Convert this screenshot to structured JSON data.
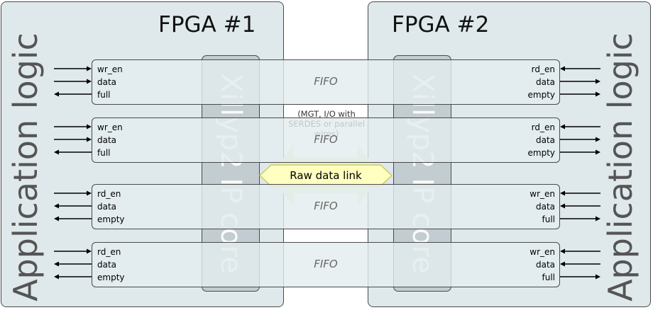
{
  "fpga1": {
    "title": "FPGA #1",
    "app_logic": "Application logic",
    "ip_core": "Xillyp2 IP core"
  },
  "fpga2": {
    "title": "FPGA #2",
    "app_logic": "Application logic",
    "ip_core": "Xillyp2 IP core"
  },
  "mgt_note": "(MGT, I/O with SERDES or parallel wires)",
  "raw_link": "Raw data link",
  "colors": {
    "fpga_fill": "#dfe9ec",
    "fifo_fill": "#e4ecef",
    "ipcore_fill": "#c3ccd0",
    "raw_link_fill": "#ffffc0",
    "raw_link_stroke": "#cccc60",
    "faded_arrow_fill": "#e3f2cf",
    "border": "#4a4a4a"
  },
  "fifos": [
    {
      "label": "FIFO",
      "left": [
        "wr_en",
        "data",
        "full"
      ],
      "right": [
        "rd_en",
        "data",
        "empty"
      ],
      "left_dirs": [
        "in",
        "in",
        "out"
      ],
      "right_dirs": [
        "in",
        "out",
        "out"
      ]
    },
    {
      "label": "FIFO",
      "left": [
        "wr_en",
        "data",
        "full"
      ],
      "right": [
        "rd_en",
        "data",
        "empty"
      ],
      "left_dirs": [
        "in",
        "in",
        "out"
      ],
      "right_dirs": [
        "in",
        "out",
        "out"
      ]
    },
    {
      "label": "FIFO",
      "left": [
        "rd_en",
        "data",
        "empty"
      ],
      "right": [
        "wr_en",
        "data",
        "full"
      ],
      "left_dirs": [
        "in",
        "out",
        "out"
      ],
      "right_dirs": [
        "in",
        "in",
        "out"
      ]
    },
    {
      "label": "FIFO",
      "left": [
        "rd_en",
        "data",
        "empty"
      ],
      "right": [
        "wr_en",
        "data",
        "full"
      ],
      "left_dirs": [
        "in",
        "out",
        "out"
      ],
      "right_dirs": [
        "in",
        "in",
        "out"
      ]
    }
  ]
}
